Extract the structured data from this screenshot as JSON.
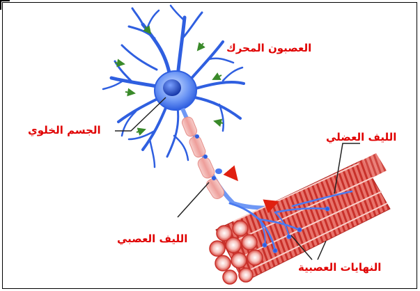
{
  "labels": {
    "motor_neuron": "العصبون المحرك",
    "cell_body": "الجسم الخلوي",
    "muscle_fiber": "الليف العضلي",
    "nerve_fiber": "الليف العصبي",
    "nerve_endings": "النهايات العصبية"
  },
  "colors": {
    "label_text": "#e00000",
    "neuron_blue": "#2f5fe0",
    "neuron_light": "#8fb4ff",
    "nucleus": "#1b45c8",
    "myelin": "#f3b6b3",
    "muscle_red": "#d8453d",
    "muscle_light": "#f2a7a0",
    "arrow_green": "#3a8a2a",
    "arrow_red": "#e02010",
    "pointer_line": "#222222"
  }
}
